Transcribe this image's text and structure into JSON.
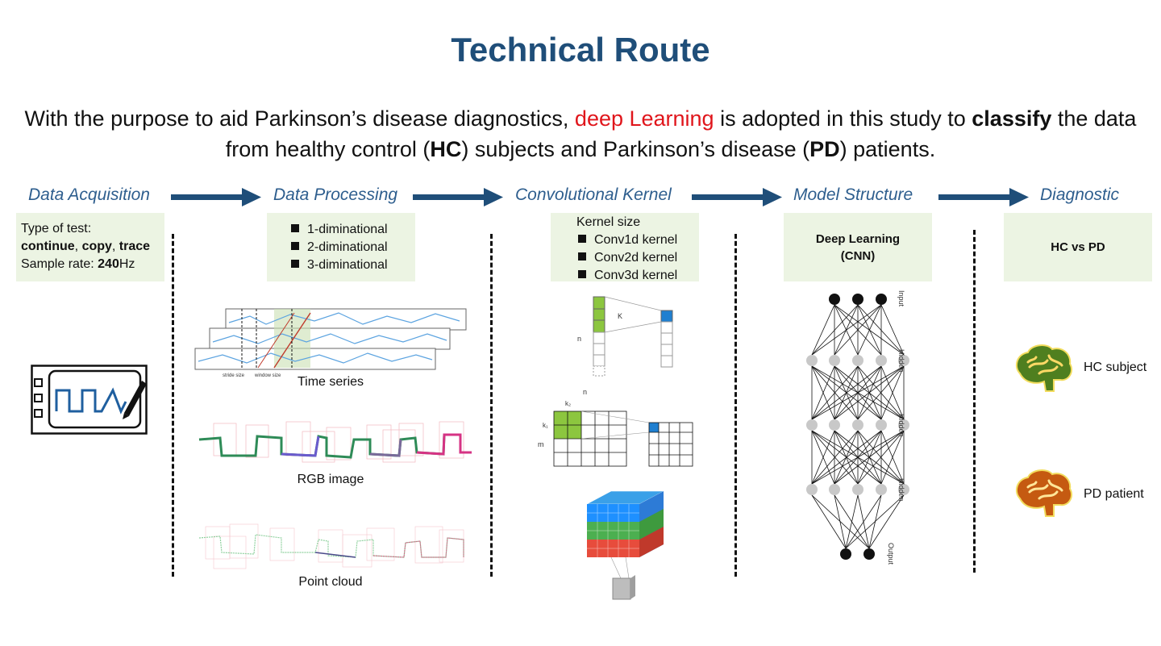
{
  "title": "Technical Route",
  "intro": {
    "part1": "With the purpose to aid Parkinson’s disease diagnostics, ",
    "highlight": "deep Learning",
    "part2": " is adopted in this study to ",
    "bold1": "classify",
    "part3": " the data",
    "line2_a": "from healthy control (",
    "bold_hc": "HC",
    "line2_b": ") subjects and Parkinson’s disease (",
    "bold_pd": "PD",
    "line2_c": ") patients."
  },
  "stages": [
    "Data Acquisition",
    "Data Processing",
    "Convolutional Kernel",
    "Model  Structure",
    "Diagnostic"
  ],
  "acquisition": {
    "line1": "Type of test:",
    "tests": [
      "continue",
      "copy",
      "trace"
    ],
    "rate_label": "Sample rate: ",
    "rate_value": "240",
    "rate_unit": "Hz"
  },
  "processing": {
    "items": [
      "1-diminational",
      "2-diminational",
      "3-diminational"
    ],
    "captions": [
      "Time series",
      "RGB image",
      "Point cloud"
    ],
    "ts_labels": [
      "stride size",
      "window size"
    ]
  },
  "kernel": {
    "heading": "Kernel size",
    "items": [
      "Conv1d kernel",
      "Conv2d kernel",
      "Conv3d kernel"
    ],
    "k_label": "K",
    "n_label": "n",
    "m_label": "m",
    "k1_label": "k₁",
    "k2_label": "k₂"
  },
  "model": {
    "box_line1": "Deep Learning",
    "box_line2": "(CNN)",
    "layer_labels": [
      "Input",
      "Hidden",
      "Hidden",
      "Hidden",
      "Output"
    ]
  },
  "diagnostic": {
    "box": "HC vs PD",
    "hc_label": "HC subject",
    "pd_label": "PD patient"
  },
  "colors": {
    "title": "#1f4e79",
    "stage": "#2e5e8e",
    "arrow": "#1f4e79",
    "box_bg": "#ecf4e3",
    "highlight": "#e0151b",
    "hc_brain": "#4f7f1f",
    "pd_brain": "#c55a11"
  }
}
